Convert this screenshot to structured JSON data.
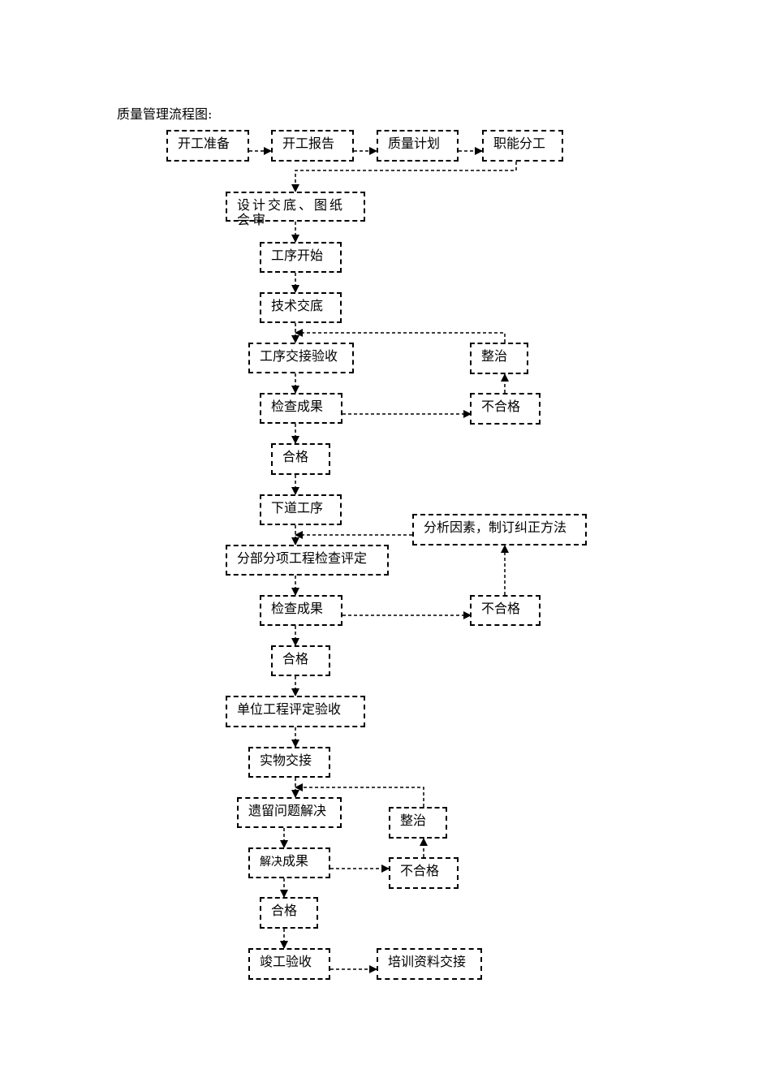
{
  "title": "质量管理流程图:",
  "nodes": {
    "n1": "开工准备",
    "n2": "开工报告",
    "n3": "质量计划",
    "n4": "职能分工",
    "n5": "设计交底、图纸会审",
    "n6": "工序开始",
    "n7": "技术交底",
    "n8": "工序交接验收",
    "n9": "整治",
    "n10": "检查成果",
    "n11": "不合格",
    "n12": "合格",
    "n13": "下道工序",
    "n14": "分析因素，制订纠正方法",
    "n15": "分部分项工程检查评定",
    "n16": "检查成果",
    "n17": "不合格",
    "n18": "合格",
    "n19": "单位工程评定验收",
    "n20": "实物交接",
    "n21": "遗留问题解决",
    "n22": "整治",
    "n23": "解决",
    "n23b": "成果",
    "n24": "不合格",
    "n25": "合格",
    "n26": "竣工验收",
    "n27": "培训资料交接"
  }
}
